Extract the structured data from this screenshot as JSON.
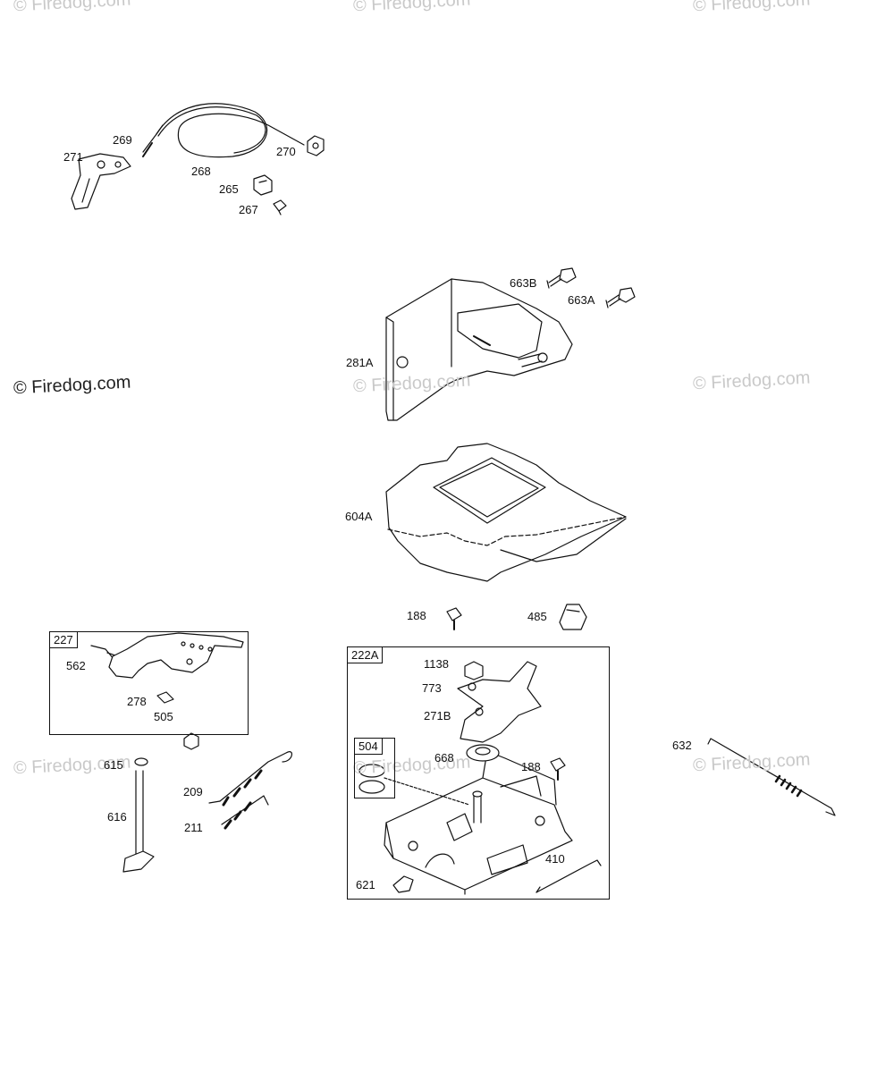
{
  "watermark": {
    "text": "© Firedog.com"
  },
  "groups": [
    {
      "id": "227"
    },
    {
      "id": "222A"
    },
    {
      "id": "504"
    }
  ],
  "parts": [
    {
      "id": "p271",
      "label": "271"
    },
    {
      "id": "p269",
      "label": "269"
    },
    {
      "id": "p268",
      "label": "268"
    },
    {
      "id": "p270",
      "label": "270"
    },
    {
      "id": "p265",
      "label": "265"
    },
    {
      "id": "p267",
      "label": "267"
    },
    {
      "id": "p663B",
      "label": "663B"
    },
    {
      "id": "p663A",
      "label": "663A"
    },
    {
      "id": "p281A",
      "label": "281A"
    },
    {
      "id": "p604A",
      "label": "604A"
    },
    {
      "id": "p188a",
      "label": "188"
    },
    {
      "id": "p485",
      "label": "485"
    },
    {
      "id": "p562",
      "label": "562"
    },
    {
      "id": "p278",
      "label": "278"
    },
    {
      "id": "p505",
      "label": "505"
    },
    {
      "id": "p615",
      "label": "615"
    },
    {
      "id": "p616",
      "label": "616"
    },
    {
      "id": "p209",
      "label": "209"
    },
    {
      "id": "p211",
      "label": "211"
    },
    {
      "id": "p1138",
      "label": "1138"
    },
    {
      "id": "p773",
      "label": "773"
    },
    {
      "id": "p271B",
      "label": "271B"
    },
    {
      "id": "p668",
      "label": "668"
    },
    {
      "id": "p188b",
      "label": "188"
    },
    {
      "id": "p410",
      "label": "410"
    },
    {
      "id": "p621",
      "label": "621"
    },
    {
      "id": "p632",
      "label": "632"
    }
  ]
}
